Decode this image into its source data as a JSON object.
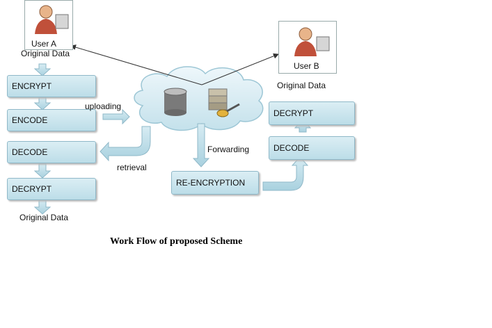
{
  "diagram": {
    "user_a": {
      "name": "User A",
      "data_label": "Original Data"
    },
    "user_b": {
      "name": "User B",
      "data_label": "Original Data"
    },
    "left_steps": [
      "ENCRYPT",
      "ENCODE",
      "DECODE",
      "DECRYPT"
    ],
    "left_output": "Original Data",
    "right_steps": {
      "decrypt": "DECRYPT",
      "decode": "DECODE"
    },
    "reencryption": "RE-ENCRYPTION",
    "edge_labels": {
      "uploading": "uploading",
      "retrieval": "retrieval",
      "forwarding": "Forwarding"
    },
    "caption": "Work Flow of proposed Scheme"
  },
  "colors": {
    "box_fill": "#cfe7ef",
    "box_border": "#8fb8c8",
    "arrow_fill": "#bcdde8",
    "arrow_stroke": "#8fb8c8"
  }
}
